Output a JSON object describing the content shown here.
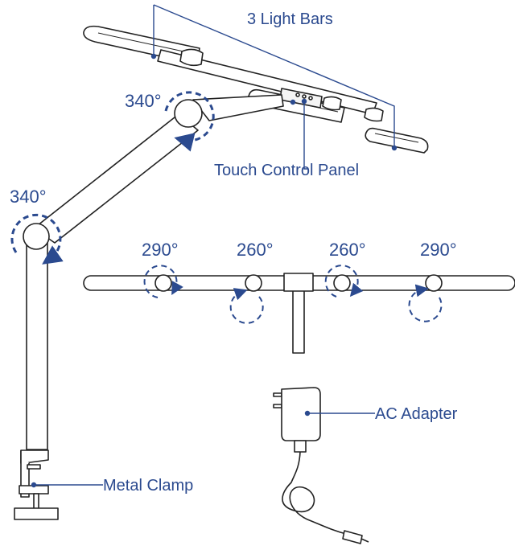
{
  "colors": {
    "label": "#2b4a8f",
    "leader": "#2b4a8f",
    "outline": "#222222",
    "fill": "#ffffff"
  },
  "labels": {
    "light_bars": "3 Light Bars",
    "touch_panel": "Touch Control Panel",
    "ac_adapter": "AC Adapter",
    "metal_clamp": "Metal Clamp"
  },
  "angles": {
    "upper_joint": "340°",
    "lower_joint": "340°",
    "bar_joints": [
      "290°",
      "260°",
      "260°",
      "290°"
    ]
  }
}
